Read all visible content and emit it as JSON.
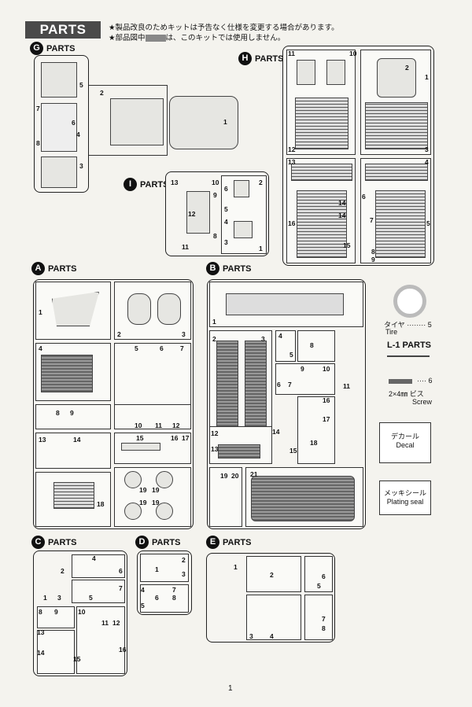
{
  "page_title": "PARTS",
  "notes": [
    "★製品改良のためキットは予告なく仕様を変更する場合があります。",
    "★部品図中",
    "は、このキットでは使用しません。"
  ],
  "runners": {
    "G": {
      "letter": "G",
      "label": "PARTS",
      "nums": [
        "5",
        "2",
        "7",
        "6",
        "4",
        "8",
        "3",
        "1"
      ]
    },
    "H": {
      "letter": "H",
      "label": "PARTS",
      "nums": [
        "11",
        "10",
        "2",
        "1",
        "12",
        "3",
        "13",
        "4",
        "6",
        "14",
        "7",
        "14",
        "16",
        "5",
        "15",
        "8",
        "9"
      ]
    },
    "I": {
      "letter": "I",
      "label": "PARTS",
      "nums": [
        "13",
        "10",
        "9",
        "12",
        "11",
        "8",
        "6",
        "2",
        "5",
        "4",
        "3",
        "1"
      ]
    },
    "A": {
      "letter": "A",
      "label": "PARTS",
      "nums": [
        "1",
        "2",
        "3",
        "4",
        "5",
        "6",
        "7",
        "8",
        "9",
        "10",
        "11",
        "12",
        "13",
        "14",
        "15",
        "16",
        "17",
        "18",
        "19",
        "19",
        "19",
        "19"
      ]
    },
    "B": {
      "letter": "B",
      "label": "PARTS",
      "nums": [
        "1",
        "2",
        "3",
        "4",
        "5",
        "8",
        "6",
        "7",
        "9",
        "10",
        "11",
        "16",
        "17",
        "12",
        "14",
        "13",
        "15",
        "18",
        "19",
        "20",
        "21"
      ]
    },
    "C": {
      "letter": "C",
      "label": "PARTS",
      "nums": [
        "2",
        "4",
        "6",
        "1",
        "3",
        "5",
        "7",
        "8",
        "9",
        "10",
        "11",
        "12",
        "13",
        "16",
        "14",
        "15"
      ]
    },
    "D": {
      "letter": "D",
      "label": "PARTS",
      "nums": [
        "1",
        "2",
        "3",
        "4",
        "6",
        "7",
        "8",
        "5"
      ]
    },
    "E": {
      "letter": "E",
      "label": "PARTS",
      "nums": [
        "1",
        "2",
        "6",
        "5",
        "7",
        "8",
        "3",
        "4"
      ]
    }
  },
  "legend": {
    "tire_jp": "タイヤ",
    "tire_en": "Tire",
    "tire_num": "5",
    "l1_title": "L-1 PARTS",
    "screw_num": "6",
    "screw_jp": "2×4㎜ ビス",
    "screw_en": "Screw",
    "decal_jp": "デカール",
    "decal_en": "Decal",
    "plating_jp": "メッキシール",
    "plating_en": "Plating seal"
  },
  "page_number": "1"
}
